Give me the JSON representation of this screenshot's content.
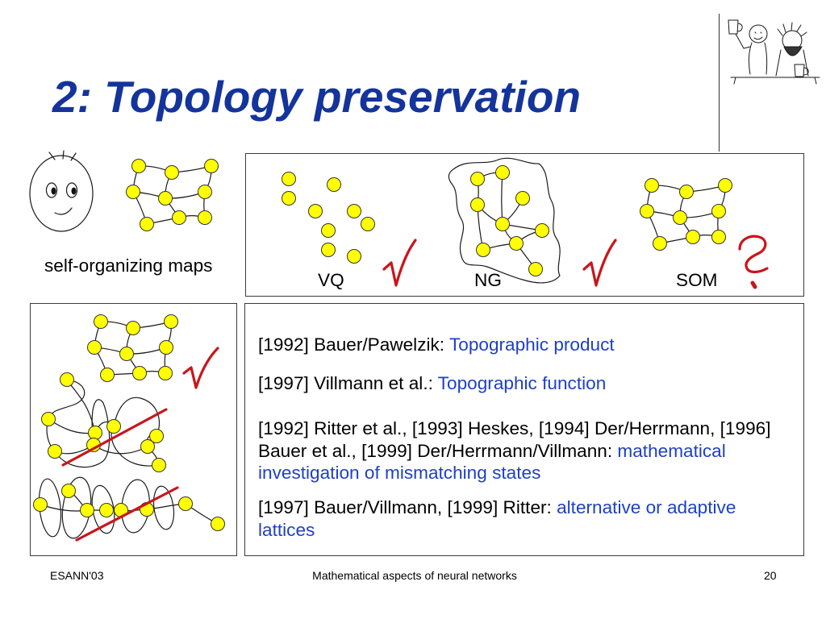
{
  "slide": {
    "title": "2: Topology preservation"
  },
  "intro": {
    "som_caption": "self-organizing maps"
  },
  "comparison": {
    "vq_label": "VQ",
    "ng_label": "NG",
    "som_label": "SOM"
  },
  "references": [
    {
      "citation": "[1992] Bauer/Pawelzik:",
      "topic": "Topographic product"
    },
    {
      "citation": "[1997] Villmann et al.:",
      "topic": "Topographic function"
    },
    {
      "citation": "[1992] Ritter et al., [1993] Heskes, [1994] Der/Herrmann, [1996] Bauer et al., [1999] Der/Herrmann/Villmann:",
      "topic": "mathematical investigation of mismatching states"
    },
    {
      "citation": "[1997] Bauer/Villmann, [1999] Ritter:",
      "topic": "alternative or adaptive lattices"
    }
  ],
  "footer": {
    "conference": "ESANN'03",
    "lecture_title": "Mathematical aspects of neural networks",
    "page_number": "20"
  },
  "icons": {
    "face": "smiley-face-icon",
    "approval": "check-mark-icon",
    "doubt": "question-mark-icon",
    "rejection": "red-strike-line",
    "mug": "beer-mug-icon"
  },
  "colors": {
    "title": "#14349c",
    "highlight": "#1f40c4",
    "annotation": "#c8161b",
    "node_fill": "#ffff00"
  }
}
